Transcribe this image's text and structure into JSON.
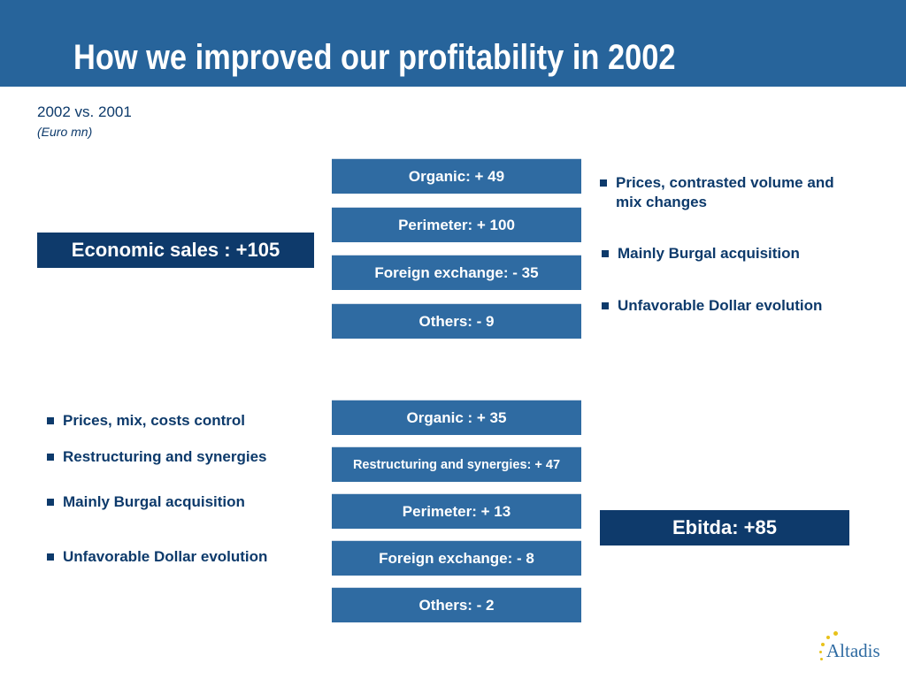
{
  "title": "How we improved our profitability in 2002",
  "subtitle": "2002 vs. 2001",
  "unit": "(Euro mn)",
  "economic_sales": {
    "total_label": "Economic sales : +105",
    "items": [
      {
        "label": "Organic: + 49",
        "note": "Prices, contrasted volume and mix changes"
      },
      {
        "label": "Perimeter: + 100",
        "note": "Mainly Burgal acquisition"
      },
      {
        "label": "Foreign exchange: - 35",
        "note": "Unfavorable Dollar evolution"
      },
      {
        "label": "Others: - 9",
        "note": ""
      }
    ]
  },
  "ebitda": {
    "total_label": "Ebitda: +85",
    "items": [
      {
        "label": "Organic  : + 35",
        "note": "Prices, mix, costs control"
      },
      {
        "label": "Restructuring and synergies: + 47",
        "note": "Restructuring and synergies"
      },
      {
        "label": "Perimeter: + 13",
        "note": "Mainly Burgal acquisition"
      },
      {
        "label": "Foreign exchange: - 8",
        "note": "Unfavorable Dollar evolution"
      },
      {
        "label": "Others: - 2",
        "note": ""
      }
    ]
  },
  "logo": {
    "text": "Altadis"
  },
  "colors": {
    "header": "#27649b",
    "box": "#2f6ba2",
    "total": "#0e3a6b",
    "text": "#0d3a6b",
    "logo_dots": "#e8c21a"
  }
}
